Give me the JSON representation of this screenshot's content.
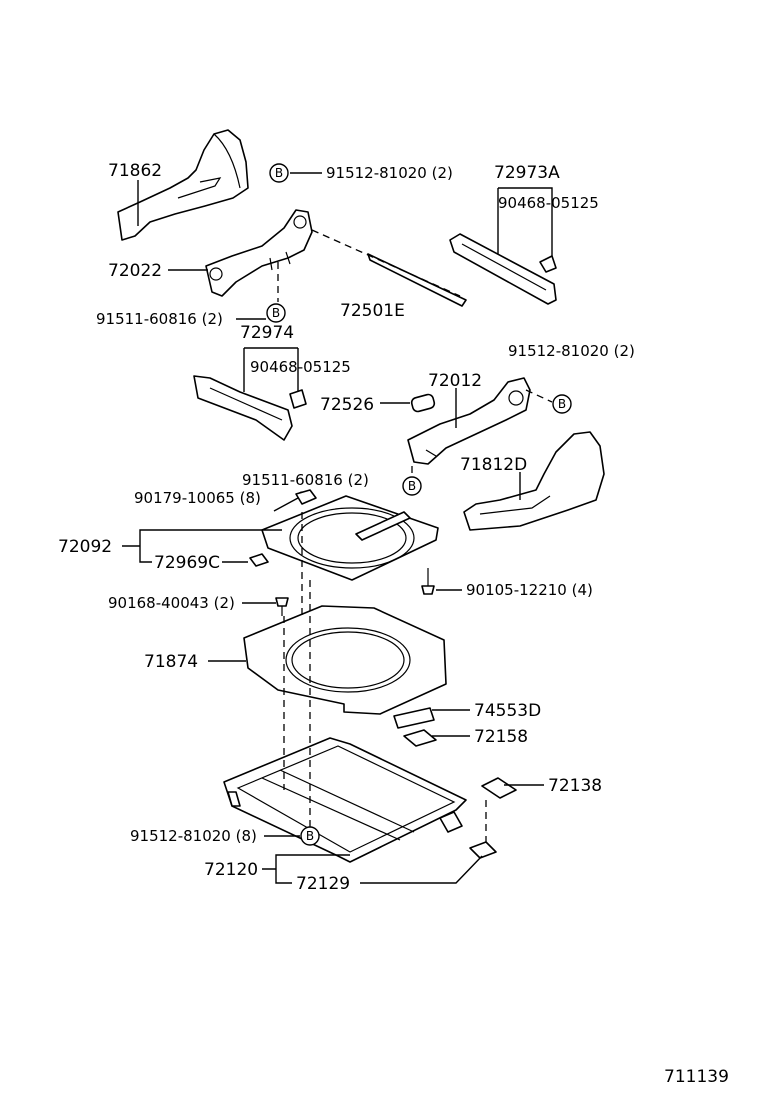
{
  "labels": {
    "p71862": "71862",
    "p91512_81020_2_top": "91512-81020 (2)",
    "p72973A": "72973A",
    "p90468_05125_top": "90468-05125",
    "p72022": "72022",
    "p72501E": "72501E",
    "p91511_60816_2_left": "91511-60816 (2)",
    "p72974": "72974",
    "p90468_05125_mid": "90468-05125",
    "p91512_81020_2_right": "91512-81020 (2)",
    "p72012": "72012",
    "p72526": "72526",
    "p71812D": "71812D",
    "p91511_60816_2_mid": "91511-60816 (2)",
    "p90179_10065_8": "90179-10065 (8)",
    "p72092": "72092",
    "p72969C": "72969C",
    "p90105_12210_4": "90105-12210 (4)",
    "p90168_40043_2": "90168-40043 (2)",
    "p71874": "71874",
    "p74553D": "74553D",
    "p72158": "72158",
    "p72138": "72138",
    "p91512_81020_8": "91512-81020 (8)",
    "p72120": "72120",
    "p72129": "72129"
  },
  "ref_marker": "B",
  "diagram_code": "711139"
}
